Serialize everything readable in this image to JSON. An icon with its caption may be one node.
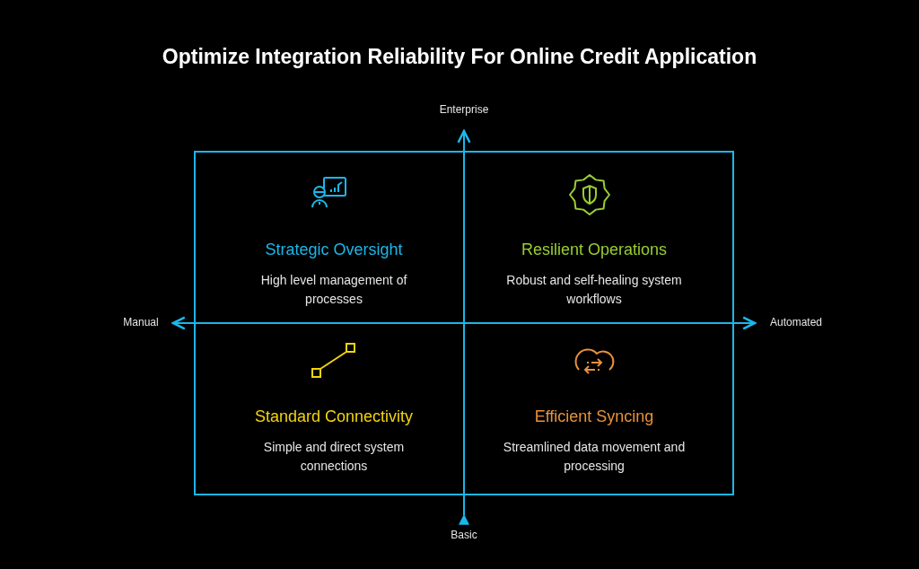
{
  "diagram": {
    "title": "Optimize Integration Reliability For Online Credit Application",
    "nodes": [
      {
        "text": [
          "Strategic Oversight",
          "High level management of processes"
        ]
      },
      {
        "text": [
          "Resilient Operations",
          "Robust and self-healing system workflows"
        ]
      },
      {
        "text": [
          "Standard Connectivity",
          "Simple and direct system connections"
        ]
      },
      {
        "text": [
          "Efficient Syncing",
          "Streamlined data movement and processing"
        ]
      }
    ],
    "labels": [
      "Enterprise",
      "Manual",
      "Automated",
      "Basic"
    ]
  }
}
